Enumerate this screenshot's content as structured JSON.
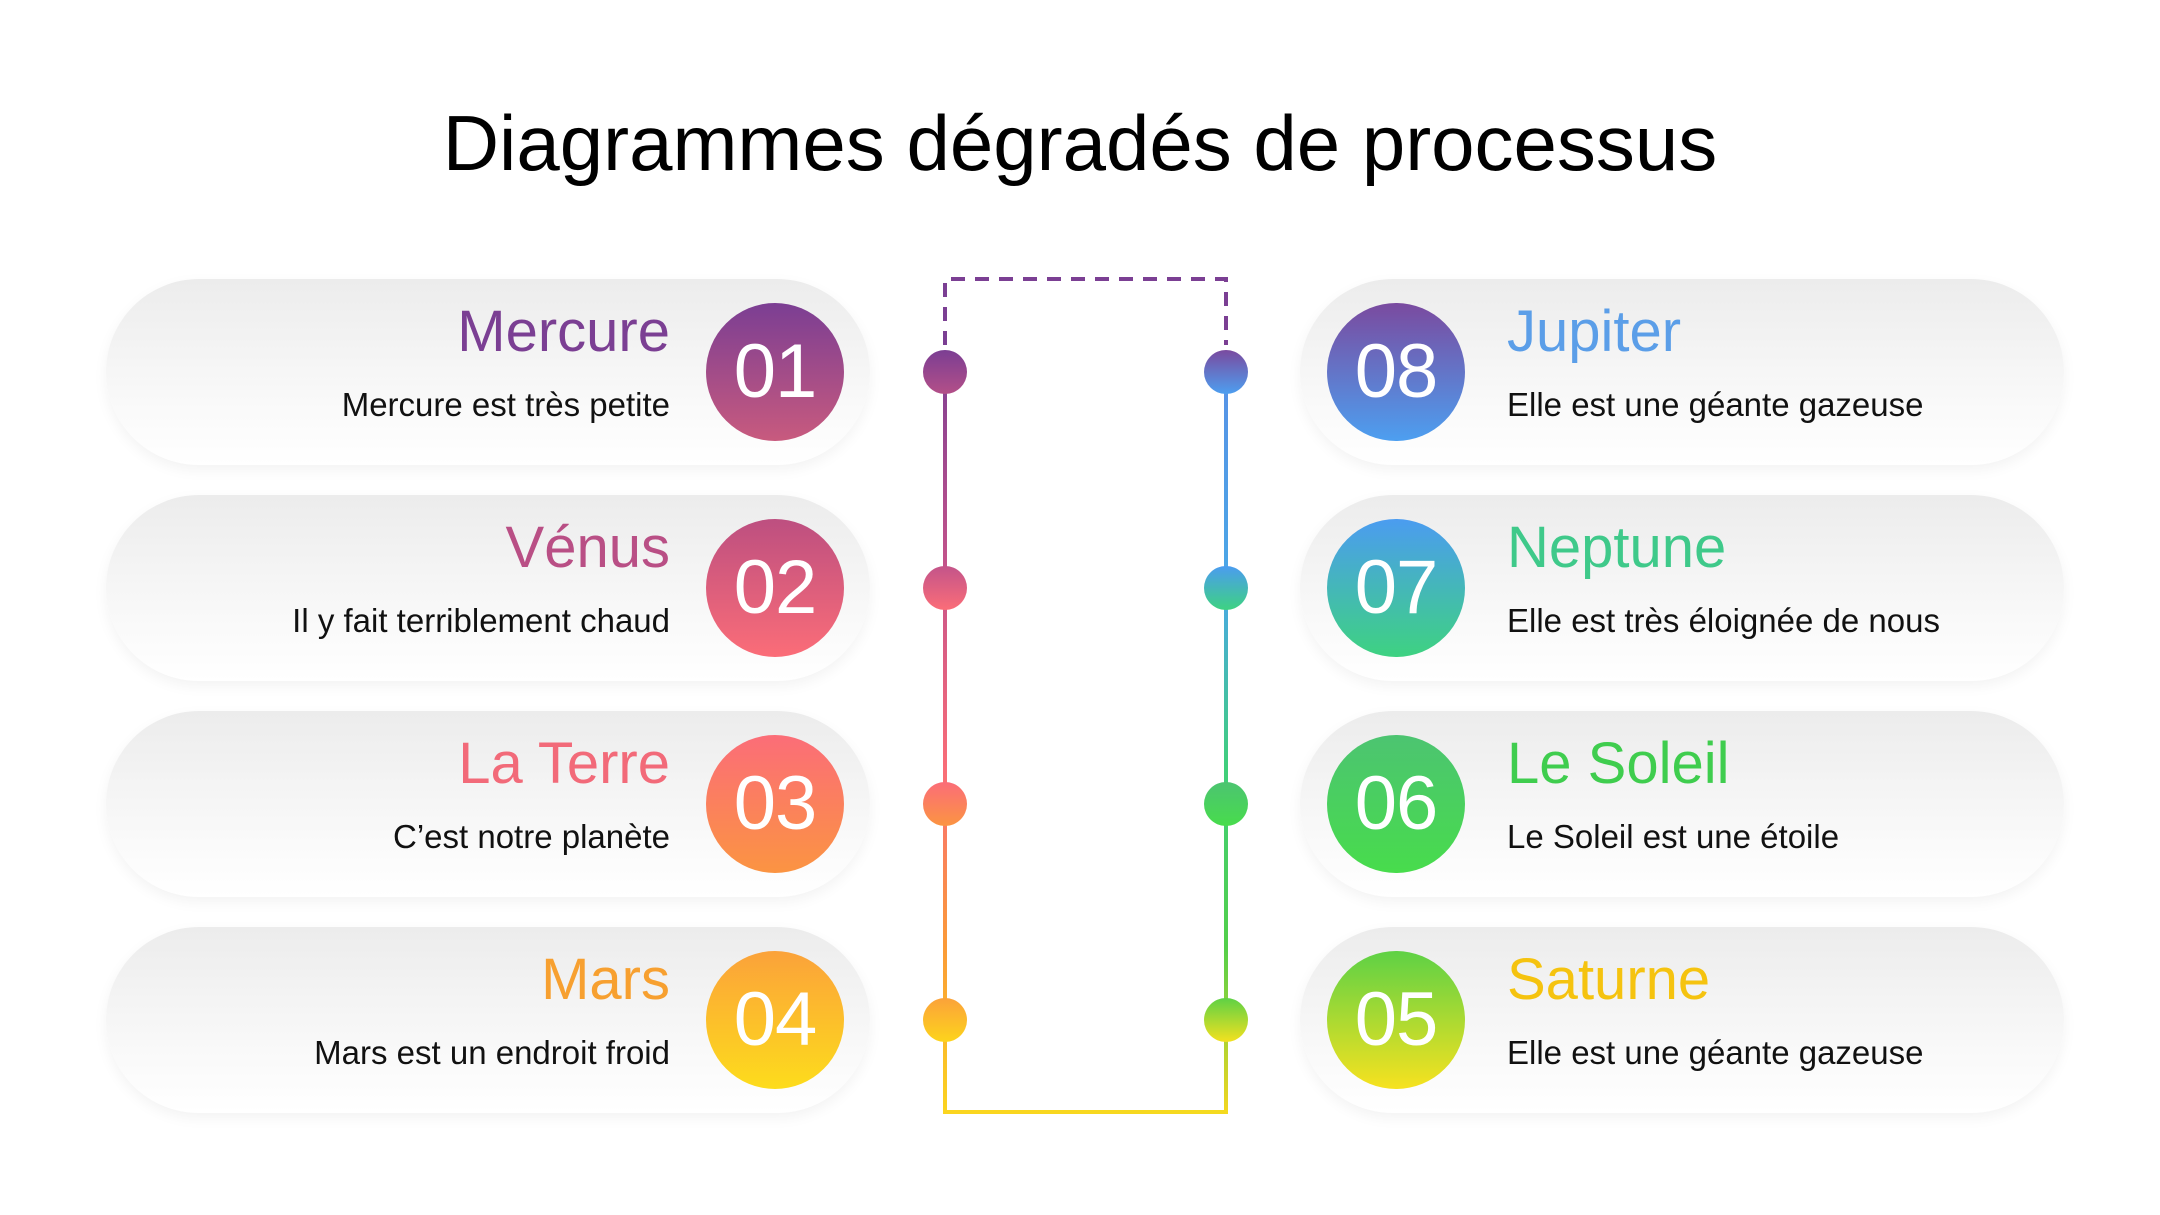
{
  "title": "Diagrammes dégradés de processus",
  "steps": [
    {
      "number": "01",
      "name": "Mercure",
      "description": "Mercure est très petite",
      "color_top": "#7b3e93",
      "color_bottom": "#c85a7e",
      "name_color": "#7b3f93"
    },
    {
      "number": "02",
      "name": "Vénus",
      "description": "Il y fait terriblement chaud",
      "color_top": "#bd4f80",
      "color_bottom": "#fb6d78",
      "name_color": "#b94f85"
    },
    {
      "number": "03",
      "name": "La Terre",
      "description": "C’est notre planète",
      "color_top": "#fb6d78",
      "color_bottom": "#fb9442",
      "name_color": "#f26a79"
    },
    {
      "number": "04",
      "name": "Mars",
      "description": "Mars est un endroit froid",
      "color_top": "#fba23a",
      "color_bottom": "#fddc1c",
      "name_color": "#f7a030"
    },
    {
      "number": "05",
      "name": "Saturne",
      "description": "Elle est une géante gazeuse",
      "color_top": "#5ed145",
      "color_bottom": "#f7e21f",
      "name_color": "#f5c30f"
    },
    {
      "number": "06",
      "name": "Le Soleil",
      "description": "Le Soleil est une étoile",
      "color_top": "#4cc471",
      "color_bottom": "#48dc4c",
      "name_color": "#3fcd4e"
    },
    {
      "number": "07",
      "name": "Neptune",
      "description": "Elle est très éloignée de nous",
      "color_top": "#4b9cf0",
      "color_bottom": "#3ed281",
      "name_color": "#3fc98a"
    },
    {
      "number": "08",
      "name": "Jupiter",
      "description": "Elle est une géante gazeuse",
      "color_top": "#7a4a9f",
      "color_bottom": "#4d9ff0",
      "name_color": "#5b9ee8"
    }
  ]
}
